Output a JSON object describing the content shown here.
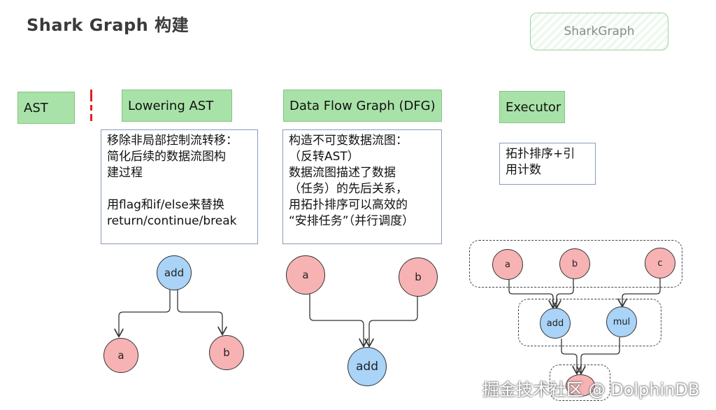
{
  "title": "Shark Graph 构建",
  "logo": "SharkGraph",
  "stages": {
    "ast": "AST",
    "lowering": "Lowering AST",
    "dfg": "Data Flow Graph (DFG)",
    "executor": "Executor"
  },
  "descriptions": {
    "lowering": "移除非局部控制流转移：\n简化后续的数据流图构\n建过程\n\n用flag和if/else来替换\nreturn/continue/break",
    "dfg": "构造不可变数据流图：\n（反转AST）\n数据流图描述了数据\n（任务）的先后关系，\n用拓扑排序可以高效的\n“安排任务”（并行调度）",
    "executor": "拓扑排序+引\n用计数"
  },
  "nodes": {
    "lowering_add": "add",
    "lowering_a": "a",
    "lowering_b": "b",
    "dfg_a": "a",
    "dfg_b": "b",
    "dfg_add": "add",
    "exec_a": "a",
    "exec_b": "b",
    "exec_c": "c",
    "exec_add": "add",
    "exec_mul": "mul",
    "exec_bottom": ""
  },
  "watermark": "掘金技术社区 @ DolphinDB",
  "colors": {
    "stage_green": "#a8e2a8",
    "node_pink": "#f7b3b3",
    "node_blue": "#a9d3f7",
    "separator_red": "#e02020"
  }
}
